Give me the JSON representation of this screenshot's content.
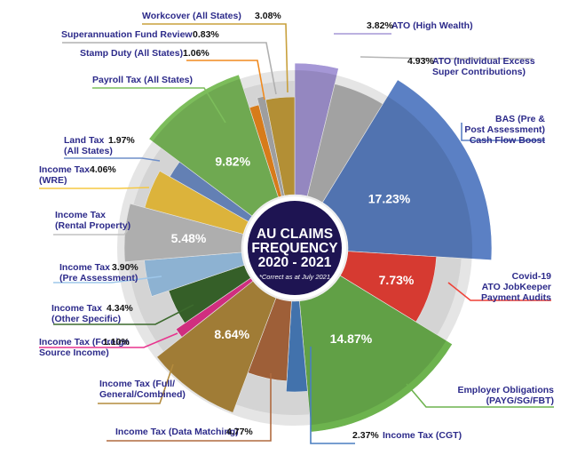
{
  "chart_data": {
    "type": "pie",
    "title": [
      "AU CLAIMS",
      "FREQUENCY",
      "2020 - 2021"
    ],
    "note": "*Correct as at July 2021",
    "slices": [
      {
        "name": "ATO (High Wealth)",
        "value": 3.82,
        "pct_label": "3.82%",
        "color": "#a597d6"
      },
      {
        "name": "ATO (Individual Excess Super Contributions)",
        "value": 4.93,
        "pct_label": "4.93%",
        "color": "#b5b5b5"
      },
      {
        "name": "BAS (Pre & Post Assessment) Cash Flow Boost",
        "value": 17.23,
        "pct_label": "17.23%",
        "color": "#5b80c4"
      },
      {
        "name": "Covid-19 ATO JobKeeper Payment Audits",
        "value": 7.73,
        "pct_label": "7.73%",
        "color": "#ef4137"
      },
      {
        "name": "Employer Obligations (PAYG/SG/FBT)",
        "value": 14.87,
        "pct_label": "14.87%",
        "color": "#6db34e"
      },
      {
        "name": "Income Tax (CGT)",
        "value": 2.37,
        "pct_label": "2.37%",
        "color": "#4a7fc0"
      },
      {
        "name": "Income Tax (Data Matching)",
        "value": 4.77,
        "pct_label": "4.77%",
        "color": "#b06a3f"
      },
      {
        "name": "Income Tax (Full/ General/Combined)",
        "value": 8.64,
        "pct_label": "8.64%",
        "color": "#b38b3d"
      },
      {
        "name": "Income Tax (Foreign Source Income)",
        "value": 1.1,
        "pct_label": "1.10%",
        "color": "#e8348e"
      },
      {
        "name": "Income Tax (Other Specific)",
        "value": 4.34,
        "pct_label": "4.34%",
        "color": "#3c6a2d"
      },
      {
        "name": "Income Tax (Pre Assessment)",
        "value": 3.9,
        "pct_label": "3.90%",
        "color": "#9ec7ea"
      },
      {
        "name": "Income Tax (Rental Property)",
        "value": 5.48,
        "pct_label": "5.48%",
        "color": "#c2c2c2"
      },
      {
        "name": "Income Tax (WRE)",
        "value": 4.06,
        "pct_label": "4.06%",
        "color": "#f5c842"
      },
      {
        "name": "Land Tax (All States)",
        "value": 1.97,
        "pct_label": "1.97%",
        "color": "#6f8fc9"
      },
      {
        "name": "Payroll Tax (All States)",
        "value": 9.82,
        "pct_label": "9.82%",
        "color": "#7cbd5b"
      },
      {
        "name": "Stamp Duty (All States)",
        "value": 1.06,
        "pct_label": "1.06%",
        "color": "#f08a1e"
      },
      {
        "name": "Superannuation Fund Review",
        "value": 0.83,
        "pct_label": "0.83%",
        "color": "#b0b0b0"
      },
      {
        "name": "Workcover (All States)",
        "value": 3.08,
        "pct_label": "3.08%",
        "color": "#c8a03c"
      }
    ],
    "inner_labels": [
      "17.23%",
      "7.73%",
      "14.87%",
      "8.64%",
      "5.48%",
      "9.82%"
    ],
    "callouts": [
      {
        "lines": [
          "ATO (High Wealth)"
        ],
        "pct": "3.82%"
      },
      {
        "lines": [
          "ATO (Individual Excess",
          "Super Contributions)"
        ],
        "pct": "4.93%"
      },
      {
        "lines": [
          "BAS (Pre &",
          "Post Assessment)",
          "Cash Flow Boost"
        ],
        "pct": ""
      },
      {
        "lines": [
          "Covid-19",
          "ATO JobKeeper",
          "Payment Audits"
        ],
        "pct": ""
      },
      {
        "lines": [
          "Employer Obligations",
          "(PAYG/SG/FBT)"
        ],
        "pct": ""
      },
      {
        "lines": [
          "Income Tax (CGT)"
        ],
        "pct": "2.37%"
      },
      {
        "lines": [
          "Income Tax (Data Matching)"
        ],
        "pct": "4.77%"
      },
      {
        "lines": [
          "Income Tax (Full/",
          "General/Combined)"
        ],
        "pct": ""
      },
      {
        "lines": [
          "Income Tax (Foreign",
          "Source Income)"
        ],
        "pct": "1.10%"
      },
      {
        "lines": [
          "Income Tax",
          "(Other Specific)"
        ],
        "pct": "4.34%"
      },
      {
        "lines": [
          "Income Tax",
          "(Pre Assessment)"
        ],
        "pct": "3.90%"
      },
      {
        "lines": [
          "Income Tax",
          "(Rental Property)"
        ],
        "pct": ""
      },
      {
        "lines": [
          "Income Tax",
          "(WRE)"
        ],
        "pct": "4.06%"
      },
      {
        "lines": [
          "Land Tax",
          "(All States)"
        ],
        "pct": "1.97%"
      },
      {
        "lines": [
          "Payroll Tax (All States)"
        ],
        "pct": ""
      },
      {
        "lines": [
          "Stamp Duty (All States)"
        ],
        "pct": "1.06%"
      },
      {
        "lines": [
          "Superannuation Fund Review"
        ],
        "pct": "0.83%"
      },
      {
        "lines": [
          "Workcover (All States)"
        ],
        "pct": "3.08%"
      }
    ]
  }
}
